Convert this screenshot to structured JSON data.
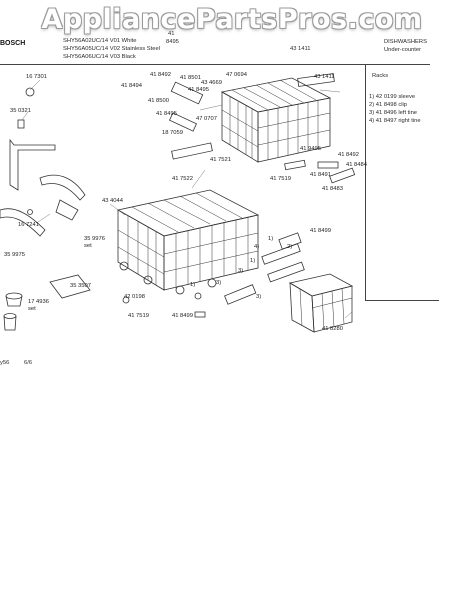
{
  "watermark": "AppliancePartsPros.com",
  "header": {
    "brand": "BOSCH",
    "models": [
      "SHY56A02UC/14 V01 White",
      "SHY56A05UC/14 V02 Stainless Steel",
      "SHY56A06UC/14 V03 Black"
    ],
    "ref_top": "41",
    "ref_num": "8495",
    "ref_right": "43 1411",
    "category": "DISHWASHERS",
    "subcategory": "Under-counter"
  },
  "legend": {
    "title": "Racks",
    "items": [
      "1) 42 0199 sleeve",
      "2) 41 8498 clip",
      "3) 41 8496 left tine",
      "4) 41 8497 right tine"
    ]
  },
  "footer": {
    "left": "y56",
    "page": "6/6"
  },
  "parts": {
    "p167301": "16 7301",
    "p350321": "35 0321",
    "p167241": "16 7241",
    "p359976": "35 9976",
    "set1": "set",
    "p359975": "35 9975",
    "p353507": "35 3507",
    "p174936": "17 4936",
    "set2": "set",
    "p418492a": "41 8492",
    "p418494": "41 8494",
    "p418501": "41 8501",
    "p418500": "41 8500",
    "p418495a": "41 8495",
    "p418495b": "41 8495",
    "p434669": "43 4669",
    "p470694": "47 0694",
    "p431411": "43 1411",
    "p470707": "47 0707",
    "p187059": "18 7059",
    "p417521": "41 7521",
    "p417522": "41 7522",
    "p419495": "41 9495",
    "p418492b": "41 8492",
    "p418484": "41 8484",
    "p417519a": "41 7519",
    "p418491": "41 8491",
    "p418483": "41 8483",
    "p434044": "43 4044",
    "p418499a": "41 8499",
    "p420198": "42 0198",
    "p417519b": "41 7519",
    "p418499b": "41 8499",
    "p418280": "41 8280",
    "n1a": "1)",
    "n2a": "2)",
    "n4a": "4)",
    "n1b": "1)",
    "n3a": "3)",
    "n3b": "3)",
    "n3c": "3)",
    "n1c": "1)"
  }
}
